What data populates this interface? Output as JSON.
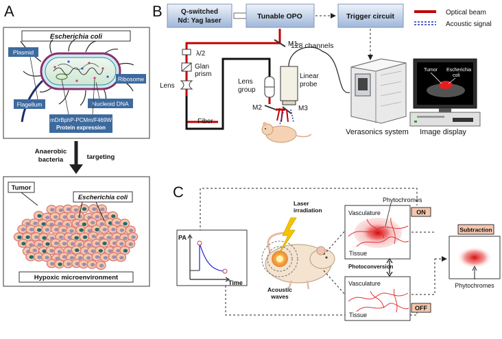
{
  "panels": {
    "a": "A",
    "b": "B",
    "c": "C"
  },
  "panel_a": {
    "ecoli_title": "Escherichia coli",
    "plasmid": "Plasmid",
    "ribosome": "Ribosome",
    "flagellum": "Flagellum",
    "nucleoid": "Nucleoid DNA",
    "protein_line1": "mDrBphP-PCMm/F469W",
    "protein_line2": "Protein expression",
    "anaerobic_line1": "Anaerobic",
    "anaerobic_line2": "bacteria",
    "targeting": "targeting",
    "tumor": "Tumor",
    "ecoli_label": "Escherichia coli",
    "hypoxic": "Hypoxic microenvironment"
  },
  "panel_b": {
    "laser_line1": "Q-switched",
    "laser_line2": "Nd: Yag laser",
    "opo": "Tunable OPO",
    "trigger": "Trigger circuit",
    "legend_optical": "Optical beam",
    "legend_acoustic": "Acoustic signal",
    "m1": "M1",
    "m2": "M2",
    "m3": "M3",
    "halfwave": "λ/2",
    "glan_line1": "Glan",
    "glan_line2": "prism",
    "lens": "Lens",
    "fiber": "Fiber",
    "lens_group_line1": "Lens",
    "lens_group_line2": "group",
    "probe_line1": "Linear",
    "probe_line2": "probe",
    "channels": "128 channels",
    "verasonics": "Verasonics system",
    "image_display": "Image display",
    "screen_tumor": "Tumor",
    "screen_ecoli_line1": "Escherichia",
    "screen_ecoli_line2": "coli"
  },
  "panel_c": {
    "pa_label": "PA",
    "time_label": "Time",
    "laser_line1": "Laser",
    "laser_line2": "irradiation",
    "acoustic_line1": "Acoustic",
    "acoustic_line2": "waves",
    "vasculature_on": "Vasculature",
    "phytochromes_top": "Phytochromes",
    "tissue_on": "Tissue",
    "on": "ON",
    "photoconversion": "Photoconversion",
    "vasculature_off": "Vasculature",
    "tissue_off": "Tissue",
    "off": "OFF",
    "subtraction": "Subtraction",
    "phytochromes_result": "Phytochromes"
  },
  "colors": {
    "optical_beam": "#c00000",
    "acoustic_signal": "#1f2fbf",
    "label_box": "#3d6a9e",
    "device_box_top": "#dfe8f5",
    "device_box_bottom": "#a9bfdf",
    "on_off_box": "#f4c6ad",
    "decay_curve": "#1a1ad0"
  }
}
